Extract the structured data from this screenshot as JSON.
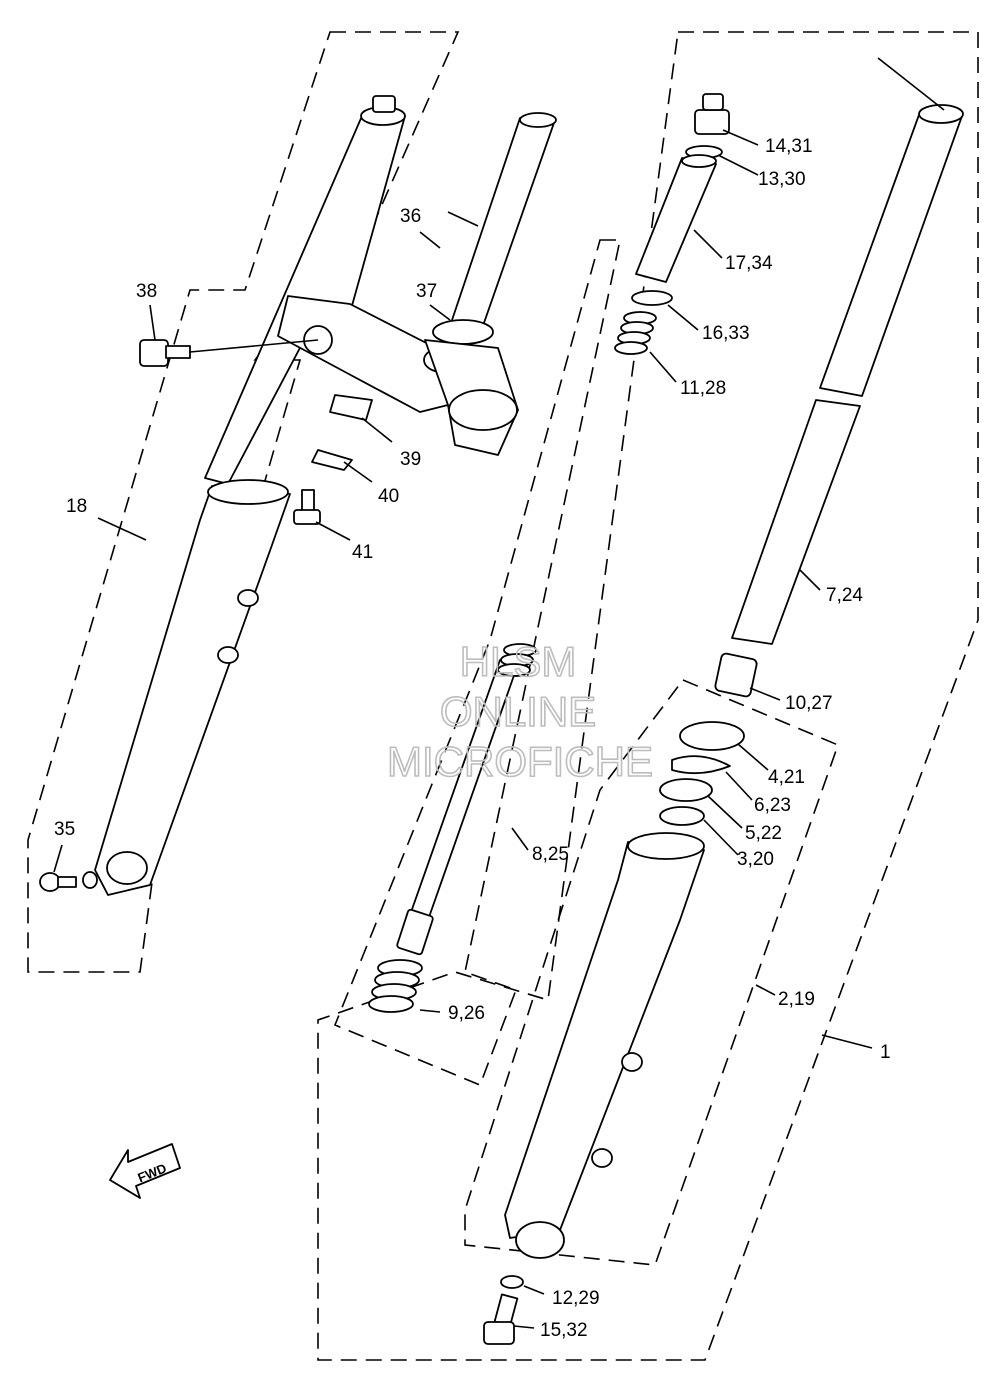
{
  "watermark": {
    "line1": "HLSM",
    "line2": "ONLINE",
    "line3": "MICROFICHE"
  },
  "forward_arrow": {
    "label": "FWD"
  },
  "callouts": {
    "c1": "1",
    "c2_19": "2,19",
    "c3_20": "3,20",
    "c4_21": "4,21",
    "c5_22": "5,22",
    "c6_23": "6,23",
    "c7_24": "7,24",
    "c8_25": "8,25",
    "c9_26": "9,26",
    "c10_27": "10,27",
    "c11_28": "11,28",
    "c12_29": "12,29",
    "c13_30": "13,30",
    "c14_31": "14,31",
    "c15_32": "15,32",
    "c16_33": "16,33",
    "c17_34": "17,34",
    "c18": "18",
    "c35": "35",
    "c36": "36",
    "c37": "37",
    "c38": "38",
    "c39": "39",
    "c40": "40",
    "c41": "41"
  }
}
